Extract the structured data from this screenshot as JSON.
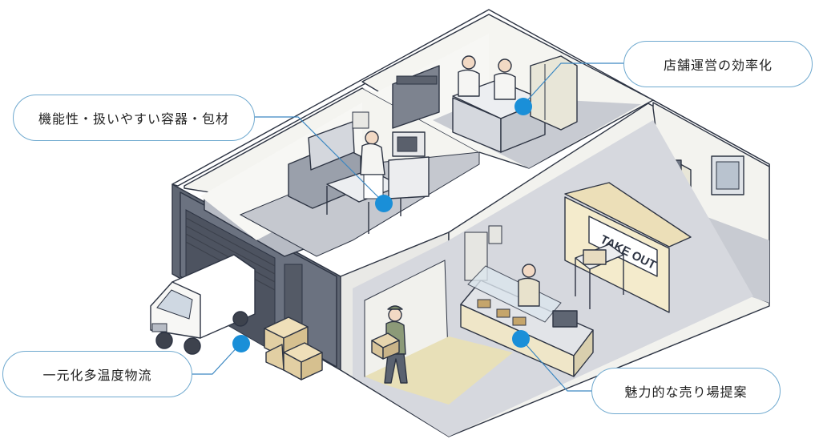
{
  "callouts": {
    "store_efficiency": "店舗運営の効率化",
    "packaging": "機能性・扱いやすい容器・包材",
    "logistics": "一元化多温度物流",
    "sales_floor": "魅力的な売り場提案"
  },
  "signs": {
    "takeout": "TAKE OUT"
  },
  "colors": {
    "accent": "#1a8fd8",
    "callout_border": "#6fa9cf",
    "wall": "#f4f4f0",
    "floor": "#c9cbd2",
    "outline": "#2d3443"
  }
}
